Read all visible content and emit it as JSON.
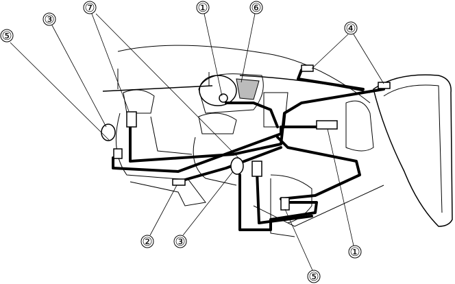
{
  "diagram": {
    "callouts": [
      {
        "id": "5-top",
        "text": "⑤"
      },
      {
        "id": "3-top",
        "text": "③"
      },
      {
        "id": "7-top",
        "text": "⑦"
      },
      {
        "id": "1-top",
        "text": "①"
      },
      {
        "id": "6-top",
        "text": "⑥"
      },
      {
        "id": "4-top",
        "text": "④"
      },
      {
        "id": "2-bottom",
        "text": "②"
      },
      {
        "id": "3-bottom",
        "text": "③"
      },
      {
        "id": "1-bottom",
        "text": "①"
      },
      {
        "id": "5-bottom",
        "text": "⑤"
      }
    ]
  }
}
